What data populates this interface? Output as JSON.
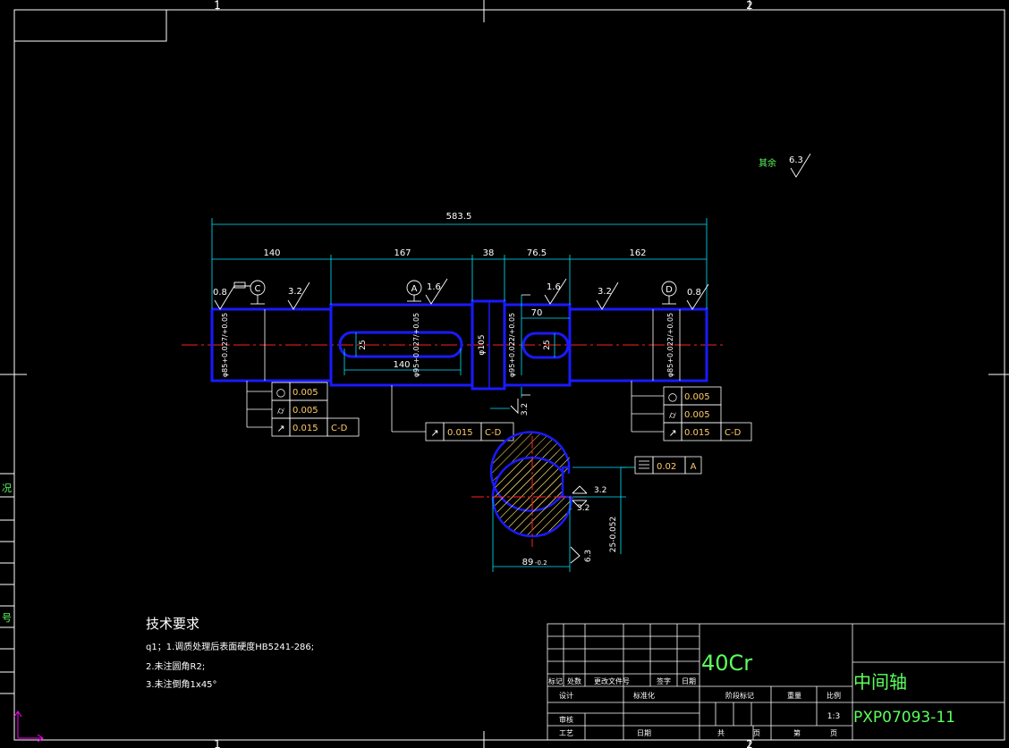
{
  "colors": {
    "background": "#000000",
    "frame": "#ffffff",
    "dimension": "#00e5ff",
    "outline": "#1a1aff",
    "centerline": "#ff2020",
    "text": "#ffffff",
    "label": "#ffe066",
    "tolerance": "#ffcc66",
    "title_green": "#5cff5c",
    "ucs_icon": "#ff00ff"
  },
  "sheet": {
    "zone_top": [
      "1",
      "2"
    ],
    "zone_bottom": [
      "1",
      "2"
    ],
    "left_strip_chars": [
      "况",
      "号"
    ]
  },
  "drawing": {
    "overall_length": "583.5",
    "segments": [
      "140",
      "167",
      "38",
      "76.5",
      "162"
    ],
    "roughness_rest_label": "其余",
    "roughness_rest_value": "6.3",
    "roughness": [
      "0.8",
      "3.2",
      "1.6",
      "1.6",
      "3.2",
      "0.8"
    ],
    "datums": [
      "C",
      "A",
      "D"
    ],
    "diameters": {
      "d1": "φ85+0.027/+0.05",
      "d2": "φ95+0.027/+0.05",
      "d3": "φ105",
      "d4": "φ95+0.022/+0.05",
      "d5": "φ85+0.022/+0.05"
    },
    "keyway_left": {
      "width": "25",
      "length": "140"
    },
    "keyway_right": {
      "width": "25",
      "length": "70"
    },
    "shoulder_roughness": "3.2",
    "section": {
      "width_dim": "89",
      "width_tol": "-0.2",
      "depth_dim": "25-0.052",
      "roughness_bottom": "6.3",
      "roughness_a": "3.2",
      "roughness_b": "3.2",
      "symmetry_value": "0.02",
      "symmetry_datum": "A"
    },
    "fcf_left": [
      {
        "sym": "○",
        "val": "0.005",
        "ref": ""
      },
      {
        "sym": "⌭",
        "val": "0.005",
        "ref": ""
      },
      {
        "sym": "↗",
        "val": "0.015",
        "ref": "C-D"
      }
    ],
    "fcf_mid": {
      "sym": "↗",
      "val": "0.015",
      "ref": "C-D"
    },
    "fcf_right": [
      {
        "sym": "○",
        "val": "0.005",
        "ref": ""
      },
      {
        "sym": "⌭",
        "val": "0.005",
        "ref": ""
      },
      {
        "sym": "↗",
        "val": "0.015",
        "ref": "C-D"
      }
    ]
  },
  "notes": {
    "title": "技术要求",
    "lines": [
      "q1；1.调质处理后表面硬度HB5241-286;",
      "2.未注圆角R2;",
      "3.未注倒角1x45°"
    ]
  },
  "title_block": {
    "material": "40Cr",
    "part_name": "中间轴",
    "drawing_number": "PXP07093-11",
    "scale": "1:3",
    "row_labels": [
      "标记",
      "处数",
      "更改文件号",
      "签字",
      "日期"
    ],
    "design": "设计",
    "standardize": "标准化",
    "stage_mark": "阶段标记",
    "weight": "重量",
    "scale_label": "比例",
    "review": "审核",
    "process": "工艺",
    "date": "日期",
    "total": "共",
    "sheet_word": "页",
    "page_no": "第",
    "page_word": "页"
  }
}
